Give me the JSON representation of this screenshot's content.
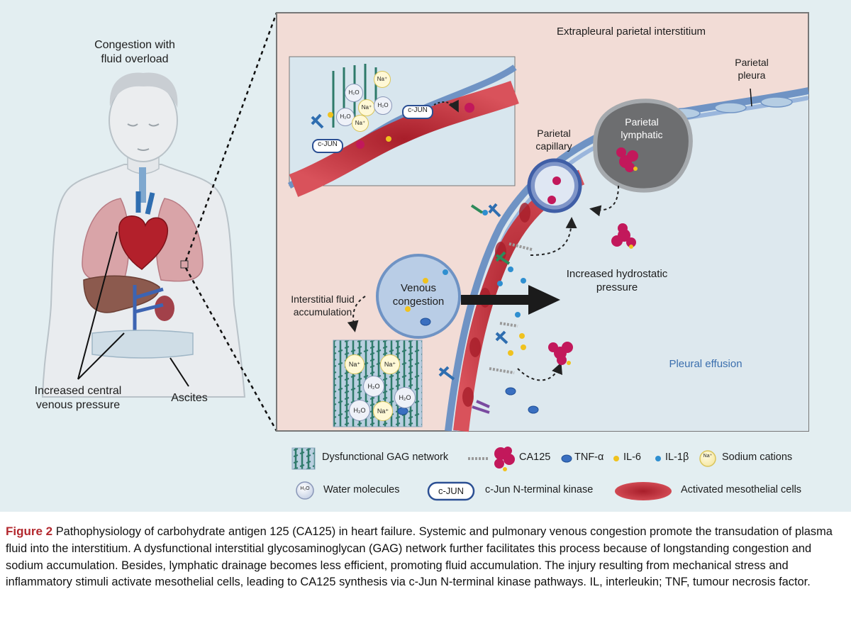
{
  "figure": {
    "left_panel": {
      "title_line1": "Congestion with",
      "title_line2": "fluid overload",
      "central_pressure_line1": "Increased central",
      "central_pressure_line2": "venous pressure",
      "ascites": "Ascites"
    },
    "detail_panel": {
      "top_label": "Extrapleural parietal interstitium",
      "parietal_pleura_line1": "Parietal",
      "parietal_pleura_line2": "pleura",
      "parietal_lymphatic_line1": "Parietal",
      "parietal_lymphatic_line2": "lymphatic",
      "parietal_capillary_line1": "Parietal",
      "parietal_capillary_line2": "capillary",
      "venous_congestion_line1": "Venous",
      "venous_congestion_line2": "congestion",
      "interstitial_line1": "Interstitial fluid",
      "interstitial_line2": "accumulation",
      "hydrostatic_line1": "Increased hydrostatic",
      "hydrostatic_line2": "pressure",
      "pleural_effusion": "Pleural effusion",
      "cjun": "c-JUN",
      "h2o": "H₂O",
      "na": "Na⁺"
    },
    "legend": {
      "gag": "Dysfunctional GAG network",
      "ca125": "CA125",
      "tnf": "TNF-α",
      "il6": "IL-6",
      "il1b": "IL-1β",
      "sodium": "Sodium cations",
      "water": "Water molecules",
      "cjun_badge": "c-JUN",
      "cjun_text": "c-Jun N-terminal kinase",
      "mesothelial": "Activated mesothelial cells",
      "h2o_icon": "H₂O",
      "na_icon": "Na⁺"
    },
    "colors": {
      "background": "#e3eef1",
      "panel_bg": "#f2dcd6",
      "pleural_fluid": "#dde8ee",
      "membrane_blue": "#6f93c4",
      "mesothelial_red": "#cc3a45",
      "ca125_magenta": "#c2185b",
      "il6_yellow": "#f0c21e",
      "il1b_blue": "#2f8fd0",
      "caption_label": "#b3282e"
    }
  },
  "caption": {
    "label": "Figure 2",
    "text": "Pathophysiology of carbohydrate antigen 125 (CA125) in heart failure. Systemic and pulmonary venous congestion promote the transudation of plasma fluid into the interstitium. A dysfunctional interstitial glycosaminoglycan (GAG) network further facilitates this process because of longstanding congestion and sodium accumulation. Besides, lymphatic drainage becomes less efficient, promoting fluid accumulation. The injury resulting from mechanical stress and inflammatory stimuli activate mesothelial cells, leading to CA125 synthesis via c-Jun N-terminal kinase pathways. IL, interleukin; TNF, tumour necrosis factor."
  }
}
